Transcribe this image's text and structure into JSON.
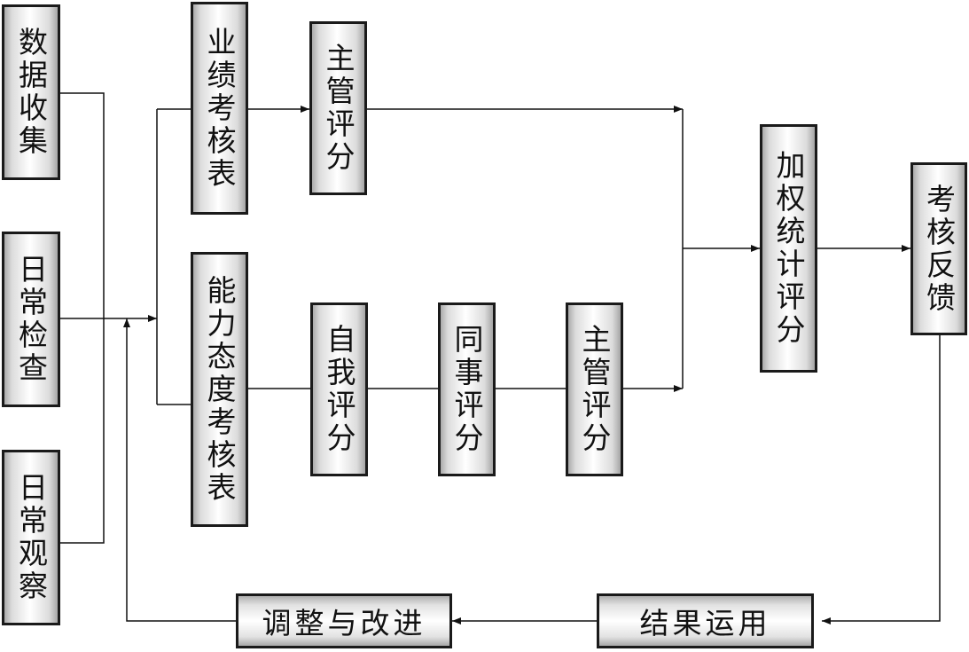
{
  "boxes": {
    "data_collection": "数据收集",
    "daily_check": "日常检查",
    "daily_observation": "日常观察",
    "performance_form": "业绩考核表",
    "supervisor_score_1": "主管评分",
    "ability_attitude_form": "能力态度考核表",
    "self_score": "自我评分",
    "peer_score": "同事评分",
    "supervisor_score_2": "主管评分",
    "weighted_score": "加权统计评分",
    "feedback": "考核反馈",
    "result_application": "结果运用",
    "adjust_improve": "调整与改进"
  }
}
